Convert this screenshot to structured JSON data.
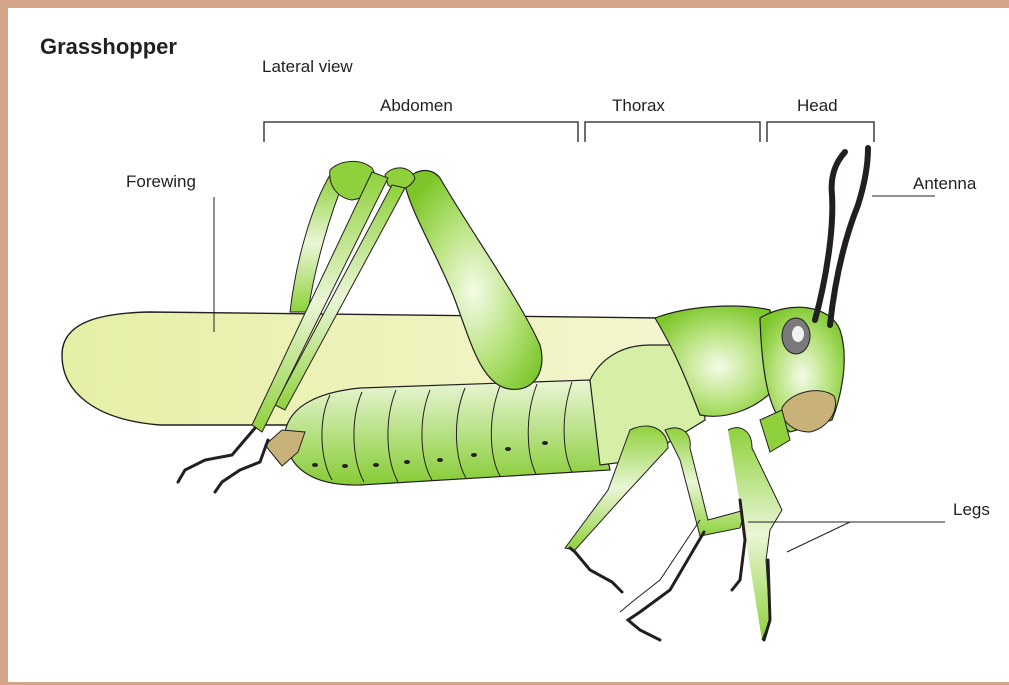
{
  "title": "Grasshopper",
  "subtitle": "Lateral view",
  "labels": {
    "abdomen": "Abdomen",
    "thorax": "Thorax",
    "head": "Head",
    "forewing": "Forewing",
    "antenna": "Antenna",
    "legs": "Legs"
  },
  "colors": {
    "frame": "#d3a588",
    "body_green": "#8fd13c",
    "wing_yellow": "#eef3b8",
    "dark": "#231f20",
    "tan": "#c8b27a"
  }
}
